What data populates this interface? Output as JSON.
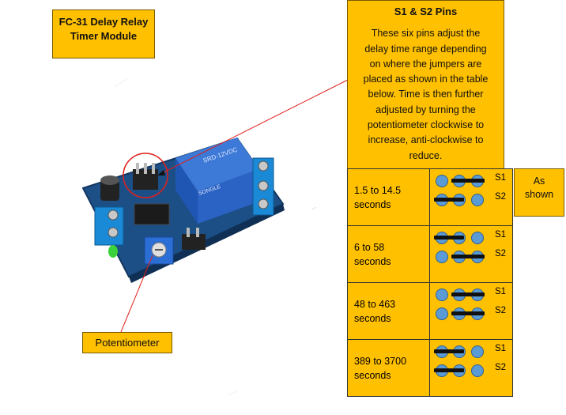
{
  "title_box": {
    "lines": [
      "FC-31 Delay Relay",
      "Timer Module"
    ]
  },
  "pins_box": {
    "heading": "S1 & S2 Pins",
    "lines": [
      "These six pins adjust the",
      "delay time range depending",
      "on where the jumpers are",
      "placed as shown in the table",
      "below. Time is then further",
      "adjusted by turning the",
      "potentiometer clockwise to",
      "increase, anti-clockwise to",
      "reduce."
    ]
  },
  "as_shown": {
    "lines": [
      "As",
      "shown"
    ]
  },
  "potentiometer_label": "Potentiometer",
  "relay_text": {
    "model": "SRD-12VDC",
    "brand": "SONGLE"
  },
  "pin_rows": [
    {
      "range_lines": [
        "1.5 to 14.5",
        "seconds"
      ],
      "s1": "right",
      "s2": "left",
      "s1_label": "S1",
      "s2_label": "S2"
    },
    {
      "range_lines": [
        "6 to 58",
        "seconds"
      ],
      "s1": "left",
      "s2": "right",
      "s1_label": "S1",
      "s2_label": "S2"
    },
    {
      "range_lines": [
        "48 to 463",
        "seconds"
      ],
      "s1": "right",
      "s2": "right",
      "s1_label": "S1",
      "s2_label": "S2"
    },
    {
      "range_lines": [
        "389 to 3700",
        "seconds"
      ],
      "s1": "left",
      "s2": "left",
      "s1_label": "S1",
      "s2_label": "S2"
    }
  ],
  "colors": {
    "callout_fill": "#FFC000",
    "pin_fill": "#5B9BD5",
    "jumper": "#111111",
    "pointer_line": "#E0201C",
    "board": "#1d4f87",
    "relay": "#1f56b3"
  }
}
